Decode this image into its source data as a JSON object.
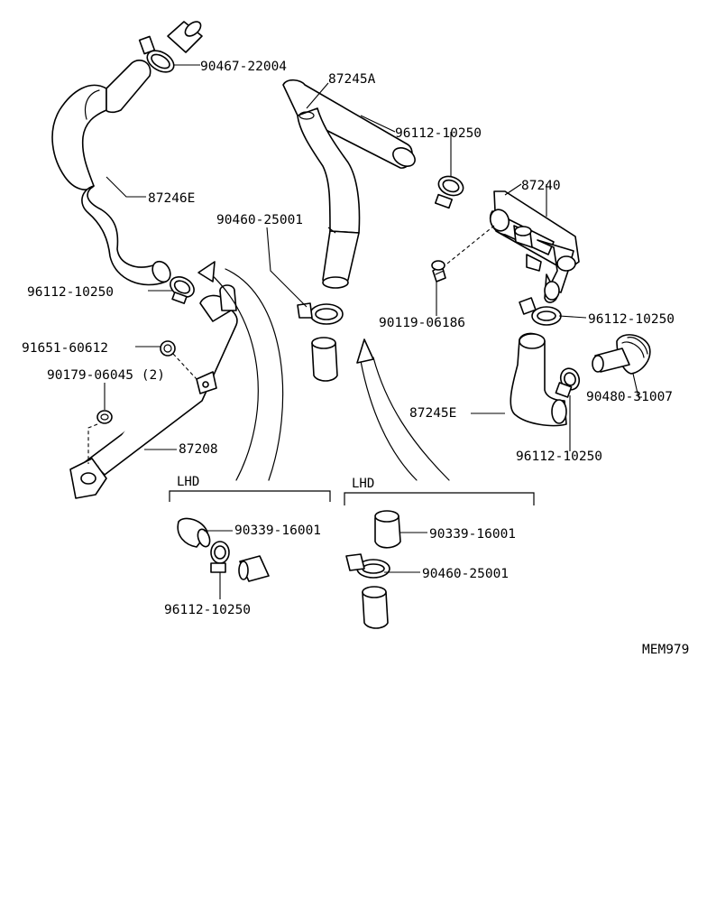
{
  "labels": {
    "p_90467_22004": "90467-22004",
    "p_87245A": "87245A",
    "p_96112_10250_top": "96112-10250",
    "p_87240": "87240",
    "p_87246E": "87246E",
    "p_90460_25001_mid": "90460-25001",
    "p_96112_10250_left": "96112-10250",
    "p_90119_06186": "90119-06186",
    "p_96112_10250_right": "96112-10250",
    "p_91651_60612": "91651-60612",
    "p_90179_06045": "90179-06045 (2)",
    "p_90480_31007": "90480-31007",
    "p_87245E": "87245E",
    "p_96112_10250_lower": "96112-10250",
    "p_87208": "87208",
    "lhd_left": "LHD",
    "lhd_right": "LHD",
    "p_90339_16001_left": "90339-16001",
    "p_90339_16001_right": "90339-16001",
    "p_90460_25001_bottom": "90460-25001",
    "p_96112_10250_bottom": "96112-10250",
    "ref_code": "MEM979"
  }
}
